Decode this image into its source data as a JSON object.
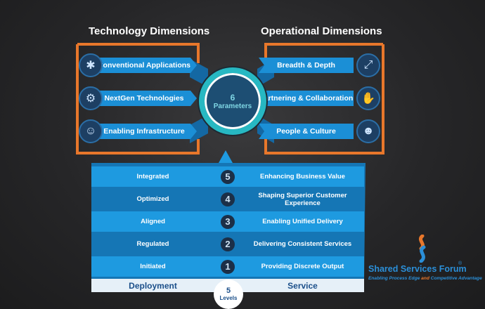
{
  "headings": {
    "technology": "Technology Dimensions",
    "operational": "Operational Dimensions"
  },
  "technology_dimensions": [
    {
      "label": "Conventional Applications",
      "icon": "brain-network-icon"
    },
    {
      "label": "NextGen Technologies",
      "icon": "chip-brain-icon"
    },
    {
      "label": "Enabling Infrastructure",
      "icon": "robot-head-icon"
    }
  ],
  "operational_dimensions": [
    {
      "label": "Breadth & Depth",
      "icon": "expand-frame-icon"
    },
    {
      "label": "Partnering & Collaboration",
      "icon": "handshake-icon"
    },
    {
      "label": "People & Culture",
      "icon": "people-group-icon"
    }
  ],
  "parameters": {
    "number": "6",
    "label": "Parameters"
  },
  "levels": [
    {
      "number": "5",
      "deployment": "Integrated",
      "service": "Enhancing Business Value"
    },
    {
      "number": "4",
      "deployment": "Optimized",
      "service": "Shaping Superior Customer Experience"
    },
    {
      "number": "3",
      "deployment": "Aligned",
      "service": "Enabling Unified Delivery"
    },
    {
      "number": "2",
      "deployment": "Regulated",
      "service": "Delivering Consistent Services"
    },
    {
      "number": "1",
      "deployment": "Initiated",
      "service": "Providing Discrete Output"
    }
  ],
  "footer": {
    "deployment": "Deployment",
    "service": "Service",
    "levels_number": "5",
    "levels_label": "Levels"
  },
  "logo": {
    "name": "Shared Services Forum",
    "registered": "®",
    "tagline_1": "Enabling Process Edge",
    "tagline_and": "and",
    "tagline_2": "Competitive Advantage"
  },
  "colors": {
    "background": "#262628",
    "bar_blue": "#1b8fd6",
    "bracket_orange": "#e8772b",
    "ring_teal": "#27b8c2",
    "row_light": "#1e9ae0",
    "row_dark": "#1576b5",
    "logo_blue": "#2b8fd8",
    "logo_orange": "#e8772b"
  }
}
